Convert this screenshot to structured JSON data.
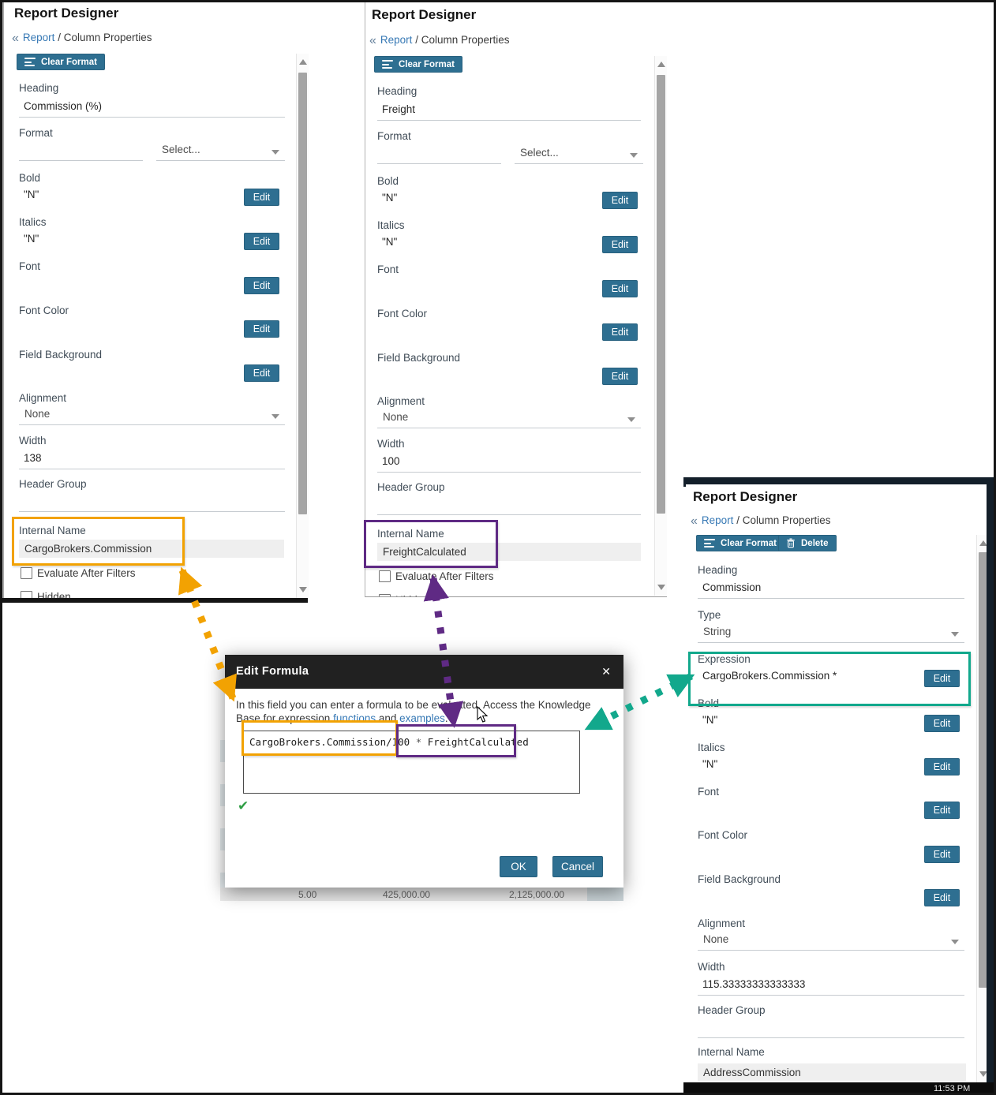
{
  "app": {
    "title": "Report Designer"
  },
  "breadcrumb": {
    "back_icon": "«",
    "link_label": "Report",
    "separator": "/",
    "current": "Column Properties"
  },
  "toolbar": {
    "clear_format_label": "Clear Format",
    "delete_label": "Delete"
  },
  "field_labels": {
    "heading": "Heading",
    "format": "Format",
    "type": "Type",
    "expression": "Expression",
    "bold": "Bold",
    "italics": "Italics",
    "font": "Font",
    "font_color": "Font Color",
    "field_background": "Field Background",
    "alignment": "Alignment",
    "width": "Width",
    "header_group": "Header Group",
    "internal_name": "Internal Name",
    "evaluate_after_filters": "Evaluate After Filters",
    "hidden": "Hidden",
    "edit": "Edit",
    "select_placeholder": "Select..."
  },
  "panels": {
    "left": {
      "heading": "Commission (%)",
      "format": "",
      "bold": "\"N\"",
      "italics": "\"N\"",
      "alignment": "None",
      "width": "138",
      "header_group": "",
      "internal_name": "CargoBrokers.Commission"
    },
    "middle": {
      "heading": "Freight",
      "format": "",
      "bold": "\"N\"",
      "italics": "\"N\"",
      "alignment": "None",
      "width": "100",
      "header_group": "",
      "internal_name": "FreightCalculated"
    },
    "right": {
      "heading": "Commission",
      "type": "String",
      "expression": "CargoBrokers.Commission *",
      "bold": "\"N\"",
      "italics": "\"N\"",
      "alignment": "None",
      "width": "115.33333333333333",
      "header_group": "",
      "internal_name": "AddressCommission"
    }
  },
  "modal": {
    "title": "Edit Formula",
    "description_part1": "In this field you can enter a formula to be evaluated. Access the Knowledge Base for expression ",
    "link_functions": "functions",
    "and_text": " and ",
    "link_examples": "examples",
    "period": ".",
    "formula_part1": "CargoBrokers.Commission/100",
    "formula_operator": " * ",
    "formula_part2": "FreightCalculated",
    "ok_label": "OK",
    "cancel_label": "Cancel"
  },
  "background_table_row": {
    "values": [
      "5.00",
      "425,000.00",
      "2,125,000.00"
    ]
  },
  "taskbar": {
    "time": "11:53 PM"
  },
  "icons": {
    "close": "✕",
    "valid_check": "✔"
  },
  "colors": {
    "button_teal": "#2E6F91",
    "highlight_orange": "#F2A202",
    "highlight_purple": "#5F2A84",
    "highlight_teal": "#12A88C",
    "valid_green": "#2F9E44",
    "link_blue": "#3779B5",
    "modal_header": "#212121"
  }
}
